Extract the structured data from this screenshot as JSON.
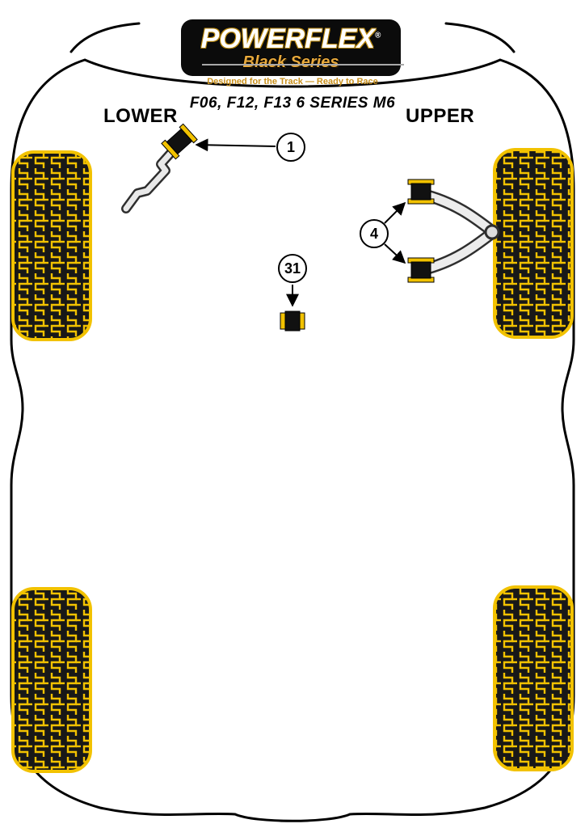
{
  "logo": {
    "brand": "POWERFLEX",
    "registered": "®",
    "series": "Black Series",
    "tagline": "Designed for the Track — Ready to Race"
  },
  "diagram": {
    "title": "F06, F12, F13 6 SERIES M6",
    "labels": {
      "lower": "LOWER",
      "upper": "UPPER"
    },
    "callouts": [
      {
        "label": "1"
      },
      {
        "label": "4"
      },
      {
        "label": "31"
      }
    ],
    "colors": {
      "tire_yellow": "#F2C200",
      "gold_text": "#C9901C",
      "logo_black": "#0B0B0B",
      "outline_black": "#000000"
    }
  }
}
